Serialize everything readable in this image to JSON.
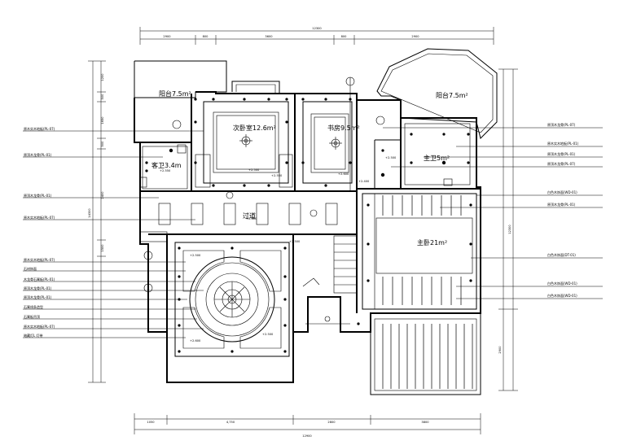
{
  "rooms": [
    {
      "id": "balcony-left",
      "name": "阳台7.5m²"
    },
    {
      "id": "balcony-right",
      "name": "阳台7.5m²"
    },
    {
      "id": "secondary-bedroom",
      "name": "次卧室12.6m²"
    },
    {
      "id": "study",
      "name": "书房9.5m²"
    },
    {
      "id": "master-bath",
      "name": "主卫5m²"
    },
    {
      "id": "guest-bath",
      "name": "客卫3.4m"
    },
    {
      "id": "corridor",
      "name": "过道"
    },
    {
      "id": "master-bedroom",
      "name": "主卧21m²"
    }
  ],
  "left_notes": [
    "原木实木地板(PL-07)",
    "原顶木龙骨(PL-01)",
    "原顶木龙骨(PL-01)",
    "原木实木地板(PL-07)",
    "原木实木地板(PL-07)",
    "石材饰面",
    "木龙骨石膏板(PL-01)",
    "原顶木龙骨(PL-01)",
    "原顶木龙骨(PL-01)",
    "石膏线条造型",
    "石膏板吊顶",
    "原木实木地板(PL-07)",
    "暗藏灯L 灯带"
  ],
  "right_notes": [
    "原顶木龙骨(PL-07)",
    "原木实木地板(PL-01)",
    "原顶木龙骨(PL-01)",
    "原顶木龙骨(PL-07)",
    "白色木饰面(WD-01)",
    "原顶木龙骨(PL-01)",
    "白色木饰面(DT-01)",
    "白色木饰面(WD-01)",
    "白色木饰面(WD-01)"
  ],
  "top_dims": {
    "total": "12300",
    "parts": [
      "2900",
      "800",
      "3600",
      "800",
      "2900"
    ]
  },
  "bottom_dims": {
    "total": "12900",
    "parts": [
      "1050",
      "4,750",
      "2800",
      "3800"
    ]
  },
  "left_dims": {
    "total": "14300",
    "parts": [
      "1200",
      "500",
      "1650",
      "500",
      "2400",
      "1500"
    ]
  },
  "right_dims": {
    "total": "12300",
    "parts": [
      "2900"
    ]
  },
  "elevations": [
    "+2.500",
    "+2.550",
    "+2.600",
    "+2.400",
    "+2.500",
    "+2.550",
    "+2.600",
    "+2.500",
    "+2.500",
    "+2.600",
    "+2.500"
  ]
}
